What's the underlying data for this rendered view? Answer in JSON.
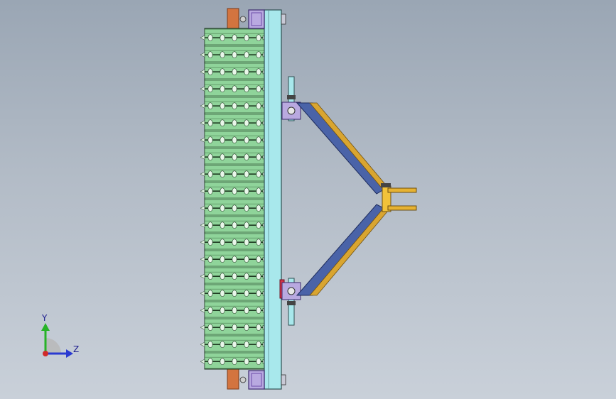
{
  "viewport": {
    "background_top": "#9aa6b4",
    "background_bottom": "#c9d0d9"
  },
  "model": {
    "roller_disc_count": 20,
    "colors": {
      "roller_green": "#8fd49a",
      "roller_dark": "#1f3b22",
      "frame_beam": "#a8e8ec",
      "frame_edge": "#2e4f52",
      "shaft_copper": "#d3743f",
      "hitch_arm": "#4a63a8",
      "hitch_arm_edge": "#1d2b5c",
      "hitch_yellow": "#d9a530",
      "bracket_purple": "#6b4aa8",
      "bracket_red": "#d2344a"
    }
  },
  "triad": {
    "y_label": "Y",
    "z_label": "Z",
    "y_color": "#27b327",
    "z_color": "#2a3ad1",
    "origin_color": "#d12a2a"
  }
}
